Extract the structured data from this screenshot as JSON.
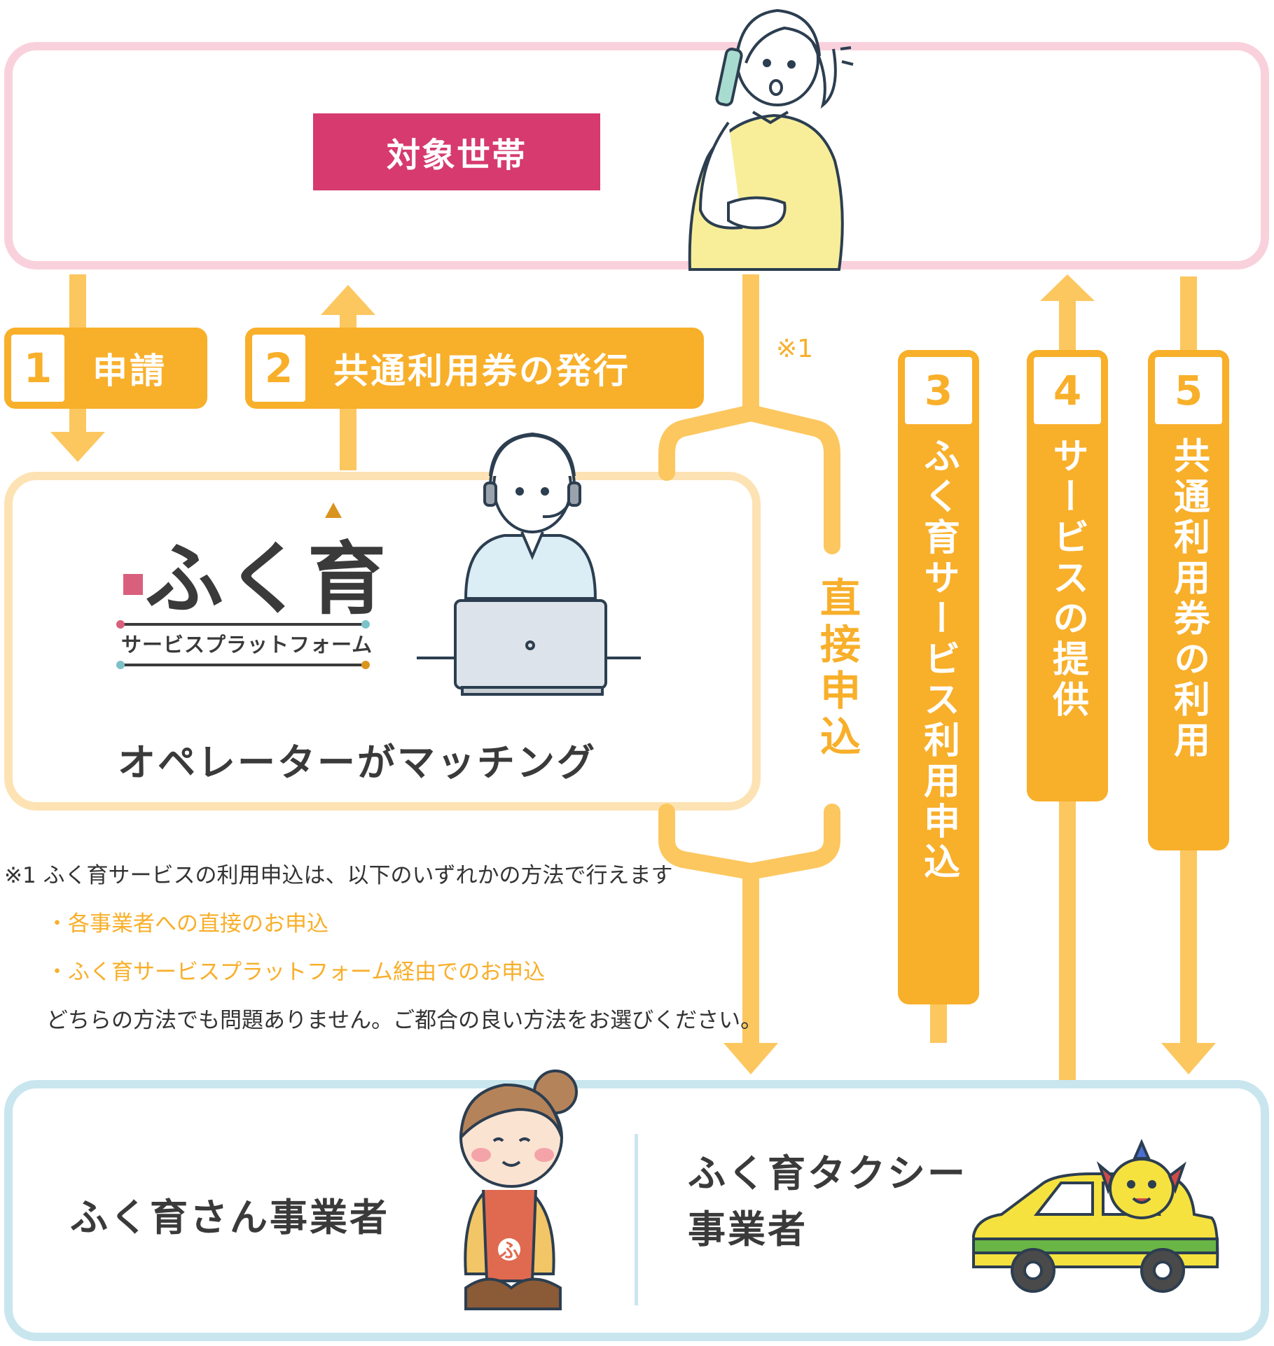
{
  "household": {
    "title": "対象世帯"
  },
  "steps": [
    {
      "num": "1",
      "label": "申請"
    },
    {
      "num": "2",
      "label": "共通利用券の発行"
    },
    {
      "num": "3",
      "label": "ふく育サービス利用申込"
    },
    {
      "num": "4",
      "label": "サービスの提供"
    },
    {
      "num": "5",
      "label": "共通利用券の利用"
    }
  ],
  "direct": {
    "label": "直接申込",
    "note_mark": "※1"
  },
  "platform": {
    "logo_main": "ふく育",
    "logo_sub": "サービスプラットフォーム",
    "operator_text": "オペレーターがマッチング"
  },
  "notes": {
    "line1": "※1 ふく育サービスの利用申込は、以下のいずれかの方法で行えます",
    "items": [
      "・各事業者への直接のお申込",
      "・ふく育サービスプラットフォーム経由でのお申込"
    ],
    "bottom": "どちらの方法でも問題ありません。ご都合の良い方法をお選びください。"
  },
  "providers": {
    "left": "ふく育さん事業者",
    "right_line1": "ふく育タクシー",
    "right_line2": "事業者",
    "apron_letter": "ふ"
  },
  "colors": {
    "accent_orange": "#f8af2a",
    "arrow_orange": "#fcc75f",
    "household_title": "#d63a6f",
    "household_border": "#f9d1dc",
    "platform_border": "#fde3b3",
    "providers_border": "#c9e6ef"
  }
}
